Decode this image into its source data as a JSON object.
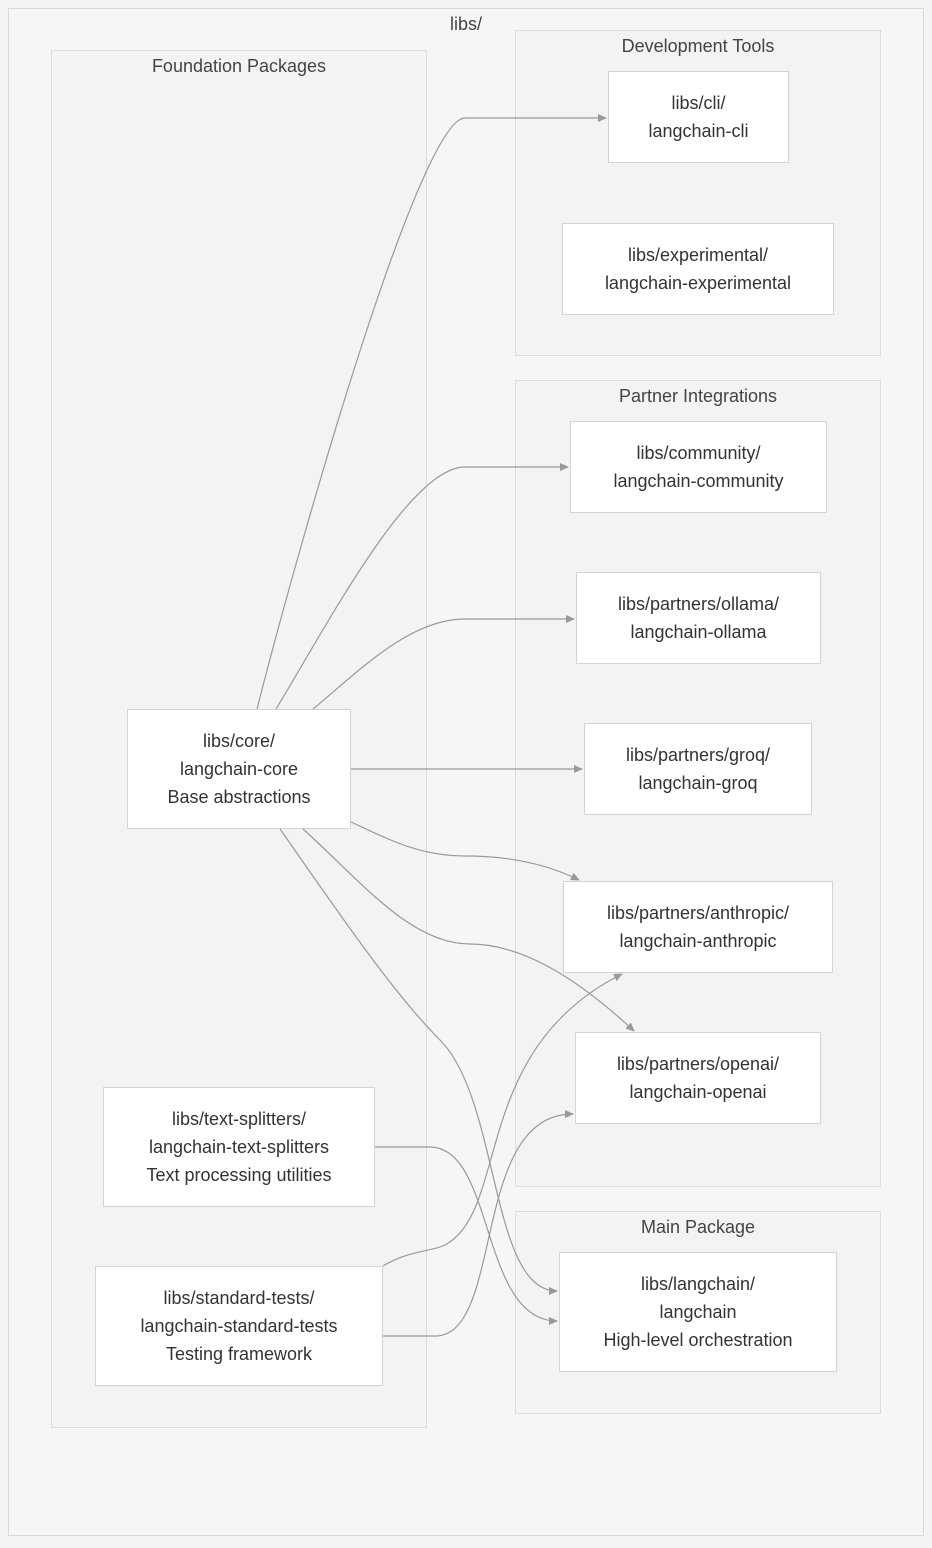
{
  "root": {
    "title": "libs/"
  },
  "groups": {
    "foundation": {
      "title": "Foundation Packages"
    },
    "devtools": {
      "title": "Development Tools"
    },
    "partners": {
      "title": "Partner Integrations"
    },
    "main": {
      "title": "Main Package"
    }
  },
  "nodes": {
    "core": [
      "libs/core/",
      "langchain-core",
      "Base abstractions"
    ],
    "text_splitters": [
      "libs/text-splitters/",
      "langchain-text-splitters",
      "Text processing utilities"
    ],
    "standard_tests": [
      "libs/standard-tests/",
      "langchain-standard-tests",
      "Testing framework"
    ],
    "cli": [
      "libs/cli/",
      "langchain-cli"
    ],
    "experimental": [
      "libs/experimental/",
      "langchain-experimental"
    ],
    "community": [
      "libs/community/",
      "langchain-community"
    ],
    "ollama": [
      "libs/partners/ollama/",
      "langchain-ollama"
    ],
    "groq": [
      "libs/partners/groq/",
      "langchain-groq"
    ],
    "anthropic": [
      "libs/partners/anthropic/",
      "langchain-anthropic"
    ],
    "openai": [
      "libs/partners/openai/",
      "langchain-openai"
    ],
    "langchain": [
      "libs/langchain/",
      "langchain",
      "High-level orchestration"
    ]
  },
  "edges": [
    {
      "from": "core",
      "to": "cli"
    },
    {
      "from": "core",
      "to": "community"
    },
    {
      "from": "core",
      "to": "ollama"
    },
    {
      "from": "core",
      "to": "groq"
    },
    {
      "from": "core",
      "to": "anthropic"
    },
    {
      "from": "core",
      "to": "openai"
    },
    {
      "from": "core",
      "to": "langchain"
    },
    {
      "from": "text_splitters",
      "to": "langchain"
    },
    {
      "from": "standard_tests",
      "to": "anthropic"
    },
    {
      "from": "standard_tests",
      "to": "openai"
    }
  ],
  "colors": {
    "edge": "#999999",
    "node_border": "#d4d4d4",
    "group_border": "#dcdcdc"
  }
}
